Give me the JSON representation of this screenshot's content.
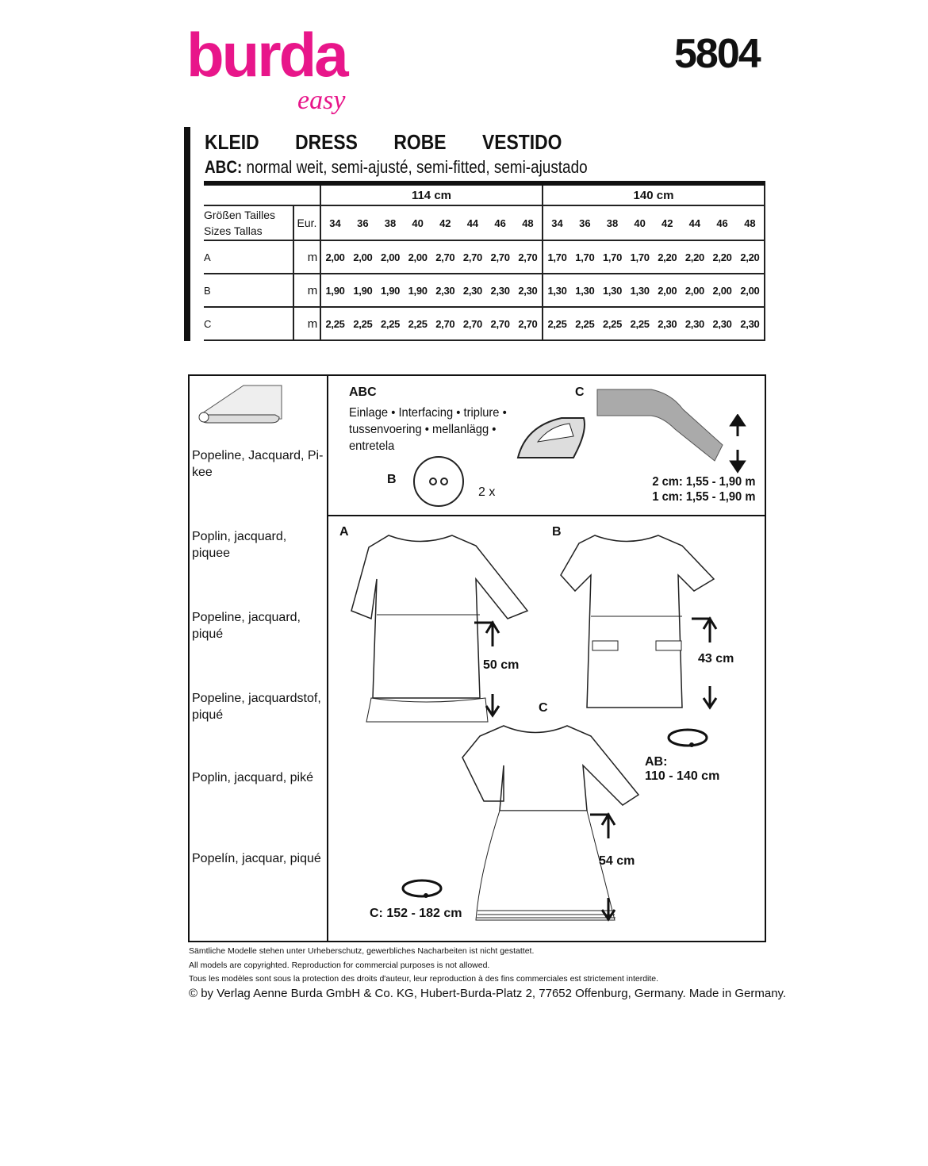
{
  "brand": {
    "name": "burda",
    "sub": "easy",
    "color": "#e8168a"
  },
  "pattern_number": "5804",
  "title": "KLEID   DRESS   ROBE   VESTIDO",
  "subtitle": {
    "prefix": "ABC:",
    "text": " normal weit, semi-ajusté, semi-fitted, semi-ajustado"
  },
  "table": {
    "widths": [
      "114 cm",
      "140 cm"
    ],
    "size_label_1": "Größen  Tailles",
    "size_label_2": "Sizes  Tallas",
    "eur": "Eur.",
    "sizes": [
      "34",
      "36",
      "38",
      "40",
      "42",
      "44",
      "46",
      "48",
      "34",
      "36",
      "38",
      "40",
      "42",
      "44",
      "46",
      "48"
    ],
    "unit": "m",
    "rows": [
      {
        "view": "A",
        "values": [
          "2,00",
          "2,00",
          "2,00",
          "2,00",
          "2,70",
          "2,70",
          "2,70",
          "2,70",
          "1,70",
          "1,70",
          "1,70",
          "1,70",
          "2,20",
          "2,20",
          "2,20",
          "2,20"
        ]
      },
      {
        "view": "B",
        "values": [
          "1,90",
          "1,90",
          "1,90",
          "1,90",
          "2,30",
          "2,30",
          "2,30",
          "2,30",
          "1,30",
          "1,30",
          "1,30",
          "1,30",
          "2,00",
          "2,00",
          "2,00",
          "2,00"
        ]
      },
      {
        "view": "C",
        "values": [
          "2,25",
          "2,25",
          "2,25",
          "2,25",
          "2,70",
          "2,70",
          "2,70",
          "2,70",
          "2,25",
          "2,25",
          "2,25",
          "2,25",
          "2,30",
          "2,30",
          "2,30",
          "2,30"
        ]
      }
    ]
  },
  "fabrics": [
    {
      "line1": "Popeline, Jacquard, Pi-",
      "line2": "kee"
    },
    {
      "line1": "Poplin, jacquard,",
      "line2": "piquee"
    },
    {
      "line1": "Popeline, jacquard,",
      "line2": "piqué"
    },
    {
      "line1": "Popeline, jacquardstof,",
      "line2": "piqué"
    },
    {
      "line1": "Poplin, jacquard, piké",
      "line2": ""
    },
    {
      "line1": "Popelín, jacquar, piqué",
      "line2": ""
    }
  ],
  "notions": {
    "abc_label": "ABC",
    "interfacing_1": "Einlage • Interfacing • triplure •",
    "interfacing_2": "tussenvoering • mellanlägg •",
    "interfacing_3": "entretela",
    "button_view": "B",
    "button_qty": "2 x",
    "tape_view": "C",
    "tape_1": "2 cm: 1,55 - 1,90 m",
    "tape_2": "1 cm: 1,55 - 1,90 m"
  },
  "views": {
    "a_label": "A",
    "a_length": "50 cm",
    "b_label": "B",
    "b_length": "43 cm",
    "c_label": "C",
    "c_length": "54 cm",
    "ab_hem_label": "AB:",
    "ab_hem": "110 - 140 cm",
    "c_hem": "C: 152 - 182 cm"
  },
  "footer": {
    "de": "Sämtliche Modelle stehen unter Urheberschutz, gewerbliches Nacharbeiten ist nicht gestattet.",
    "en": "All models are copyrighted. Reproduction for commercial purposes is not allowed.",
    "fr": "Tous les modèles sont sous la protection des droits d'auteur, leur reproduction à des fins commerciales est strictement interdite.",
    "copyright": "© by Verlag Aenne Burda GmbH & Co. KG, Hubert-Burda-Platz 2, 77652 Offenburg, Germany. Made in Germany."
  }
}
